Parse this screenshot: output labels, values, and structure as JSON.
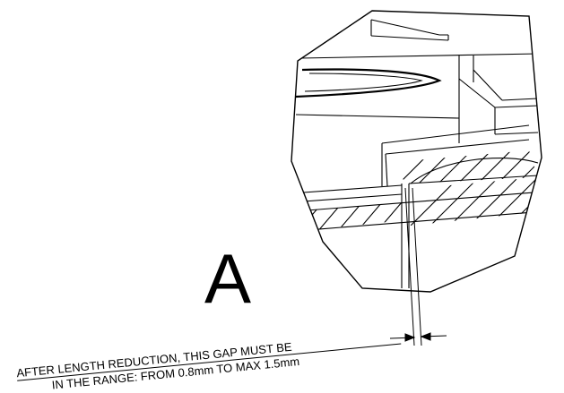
{
  "detail": {
    "label": "A"
  },
  "note": {
    "line1": "AFTER LENGTH REDUCTION, THIS GAP MUST BE",
    "line2": "IN THE RANGE: FROM 0.8mm TO MAX 1.5mm"
  },
  "colors": {
    "ink": "#000000",
    "paper": "#ffffff"
  }
}
